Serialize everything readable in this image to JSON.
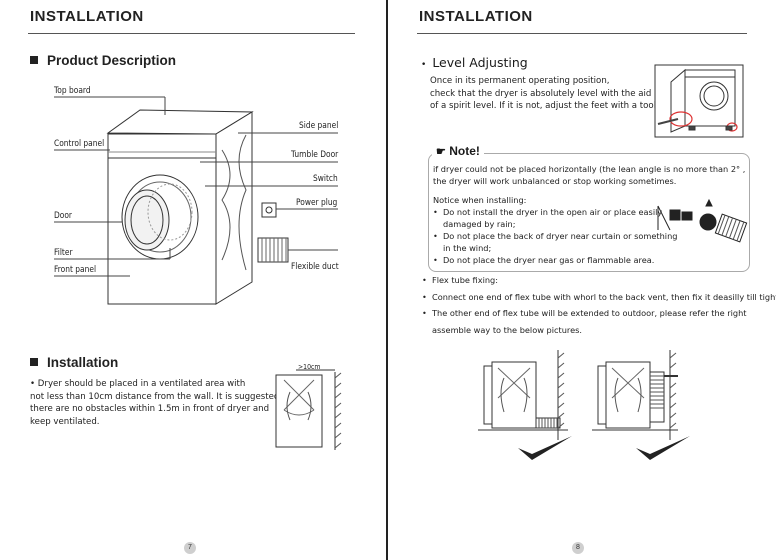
{
  "left": {
    "header": "INSTALLATION",
    "product_section_title": "Product Description",
    "labels": {
      "top_board": "Top  board",
      "control_panel": "Control panel",
      "door": "Door",
      "filter": "Filter",
      "front_panel": "Front panel",
      "side_panel": "Side panel",
      "tumble_door": "Tumble Door",
      "switch": "Switch",
      "power_plug": "Power plug",
      "flexible_duct": "Flexible duct"
    },
    "installation_section_title": "Installation",
    "installation_lines": [
      "•  Dryer should be placed in a ventilated area with",
      "not less than 10cm distance from the wall. It is suggested",
      "there are no obstacles within 1.5m in front of dryer and",
      "keep ventilated."
    ],
    "clearance_label": ">10cm",
    "page_number": "7"
  },
  "right": {
    "header": "INSTALLATION",
    "level_title": "Level Adjusting",
    "level_lines": [
      "Once in its permanent operating position,",
      "check that the dryer is absolutely level with the aid",
      "of a spirit level. If it is not, adjust the feet with a tool."
    ],
    "note_title": "Note!",
    "note_lines": [
      "if dryer could not be placed horizontally (the lean angle is no more than 2° ,",
      "the dryer will work unbalanced or stop working sometimes."
    ],
    "notice_heading": "Notice when installing:",
    "notice_items": [
      "Do not install the dryer in the open air or place easily",
      "damaged by rain;",
      "Do not place the back of dryer near curtain or something",
      "in the wind;",
      "Do not place the dryer near gas or flammable area."
    ],
    "flex_items": [
      "Flex tube fixing:",
      "Connect one end of flex tube with whorl to the back vent, then fix it deasilly till tight.",
      "The other end of flex tube will be extended to outdoor, please refer the right",
      "assemble way to the below pictures."
    ],
    "page_number": "8"
  },
  "icons": [
    "machine-diagram",
    "wall-clearance-diagram",
    "level-adjust-diagram",
    "hand-pointer-icon",
    "warning-icons",
    "duct-install-diagram",
    "checkmark-icon"
  ]
}
